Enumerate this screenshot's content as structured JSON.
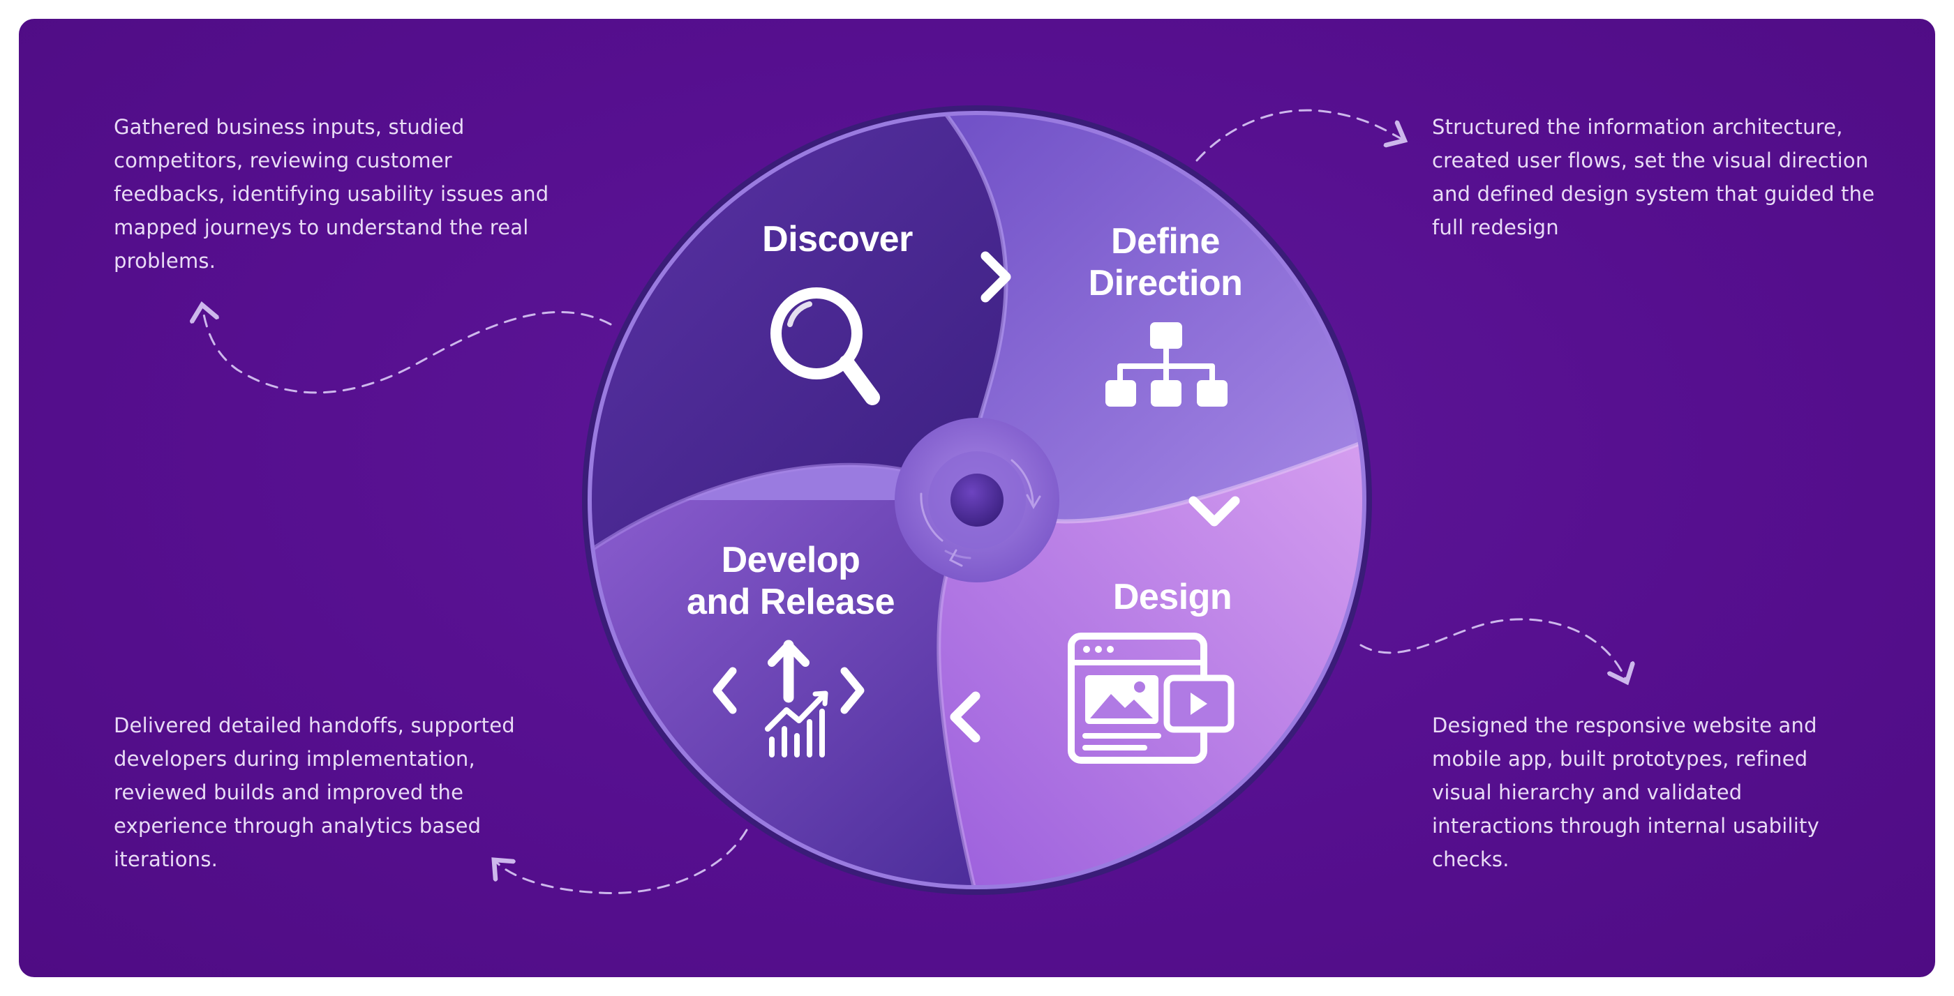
{
  "stages": {
    "discover": {
      "title": "Discover",
      "icon": "magnifier-icon",
      "description": "Gathered business inputs, studied competitors, reviewing customer feedbacks, identifying usability issues and mapped journeys to understand the real problems."
    },
    "define": {
      "title_line1": "Define",
      "title_line2": "Direction",
      "icon": "sitemap-icon",
      "description": "Structured the information architecture, created user flows, set the visual direction and defined design system that guided the full redesign"
    },
    "design": {
      "title": "Design",
      "icon": "browser-media-icon",
      "description": "Designed the responsive website and mobile app, built prototypes, refined visual hierarchy and validated interactions through internal usability checks."
    },
    "develop": {
      "title_line1": "Develop",
      "title_line2": "and Release",
      "icon": "code-release-growth-icon",
      "description": "Delivered detailed handoffs, supported developers during implementation, reviewed builds and improved the experience through analytics based iterations."
    }
  },
  "colors": {
    "background": "#560f8f",
    "discover": "#4a2590",
    "define": "#8f6ad6",
    "design": "#b37ae6",
    "develop": "#6e44b8",
    "text": "#e9dcf6"
  }
}
